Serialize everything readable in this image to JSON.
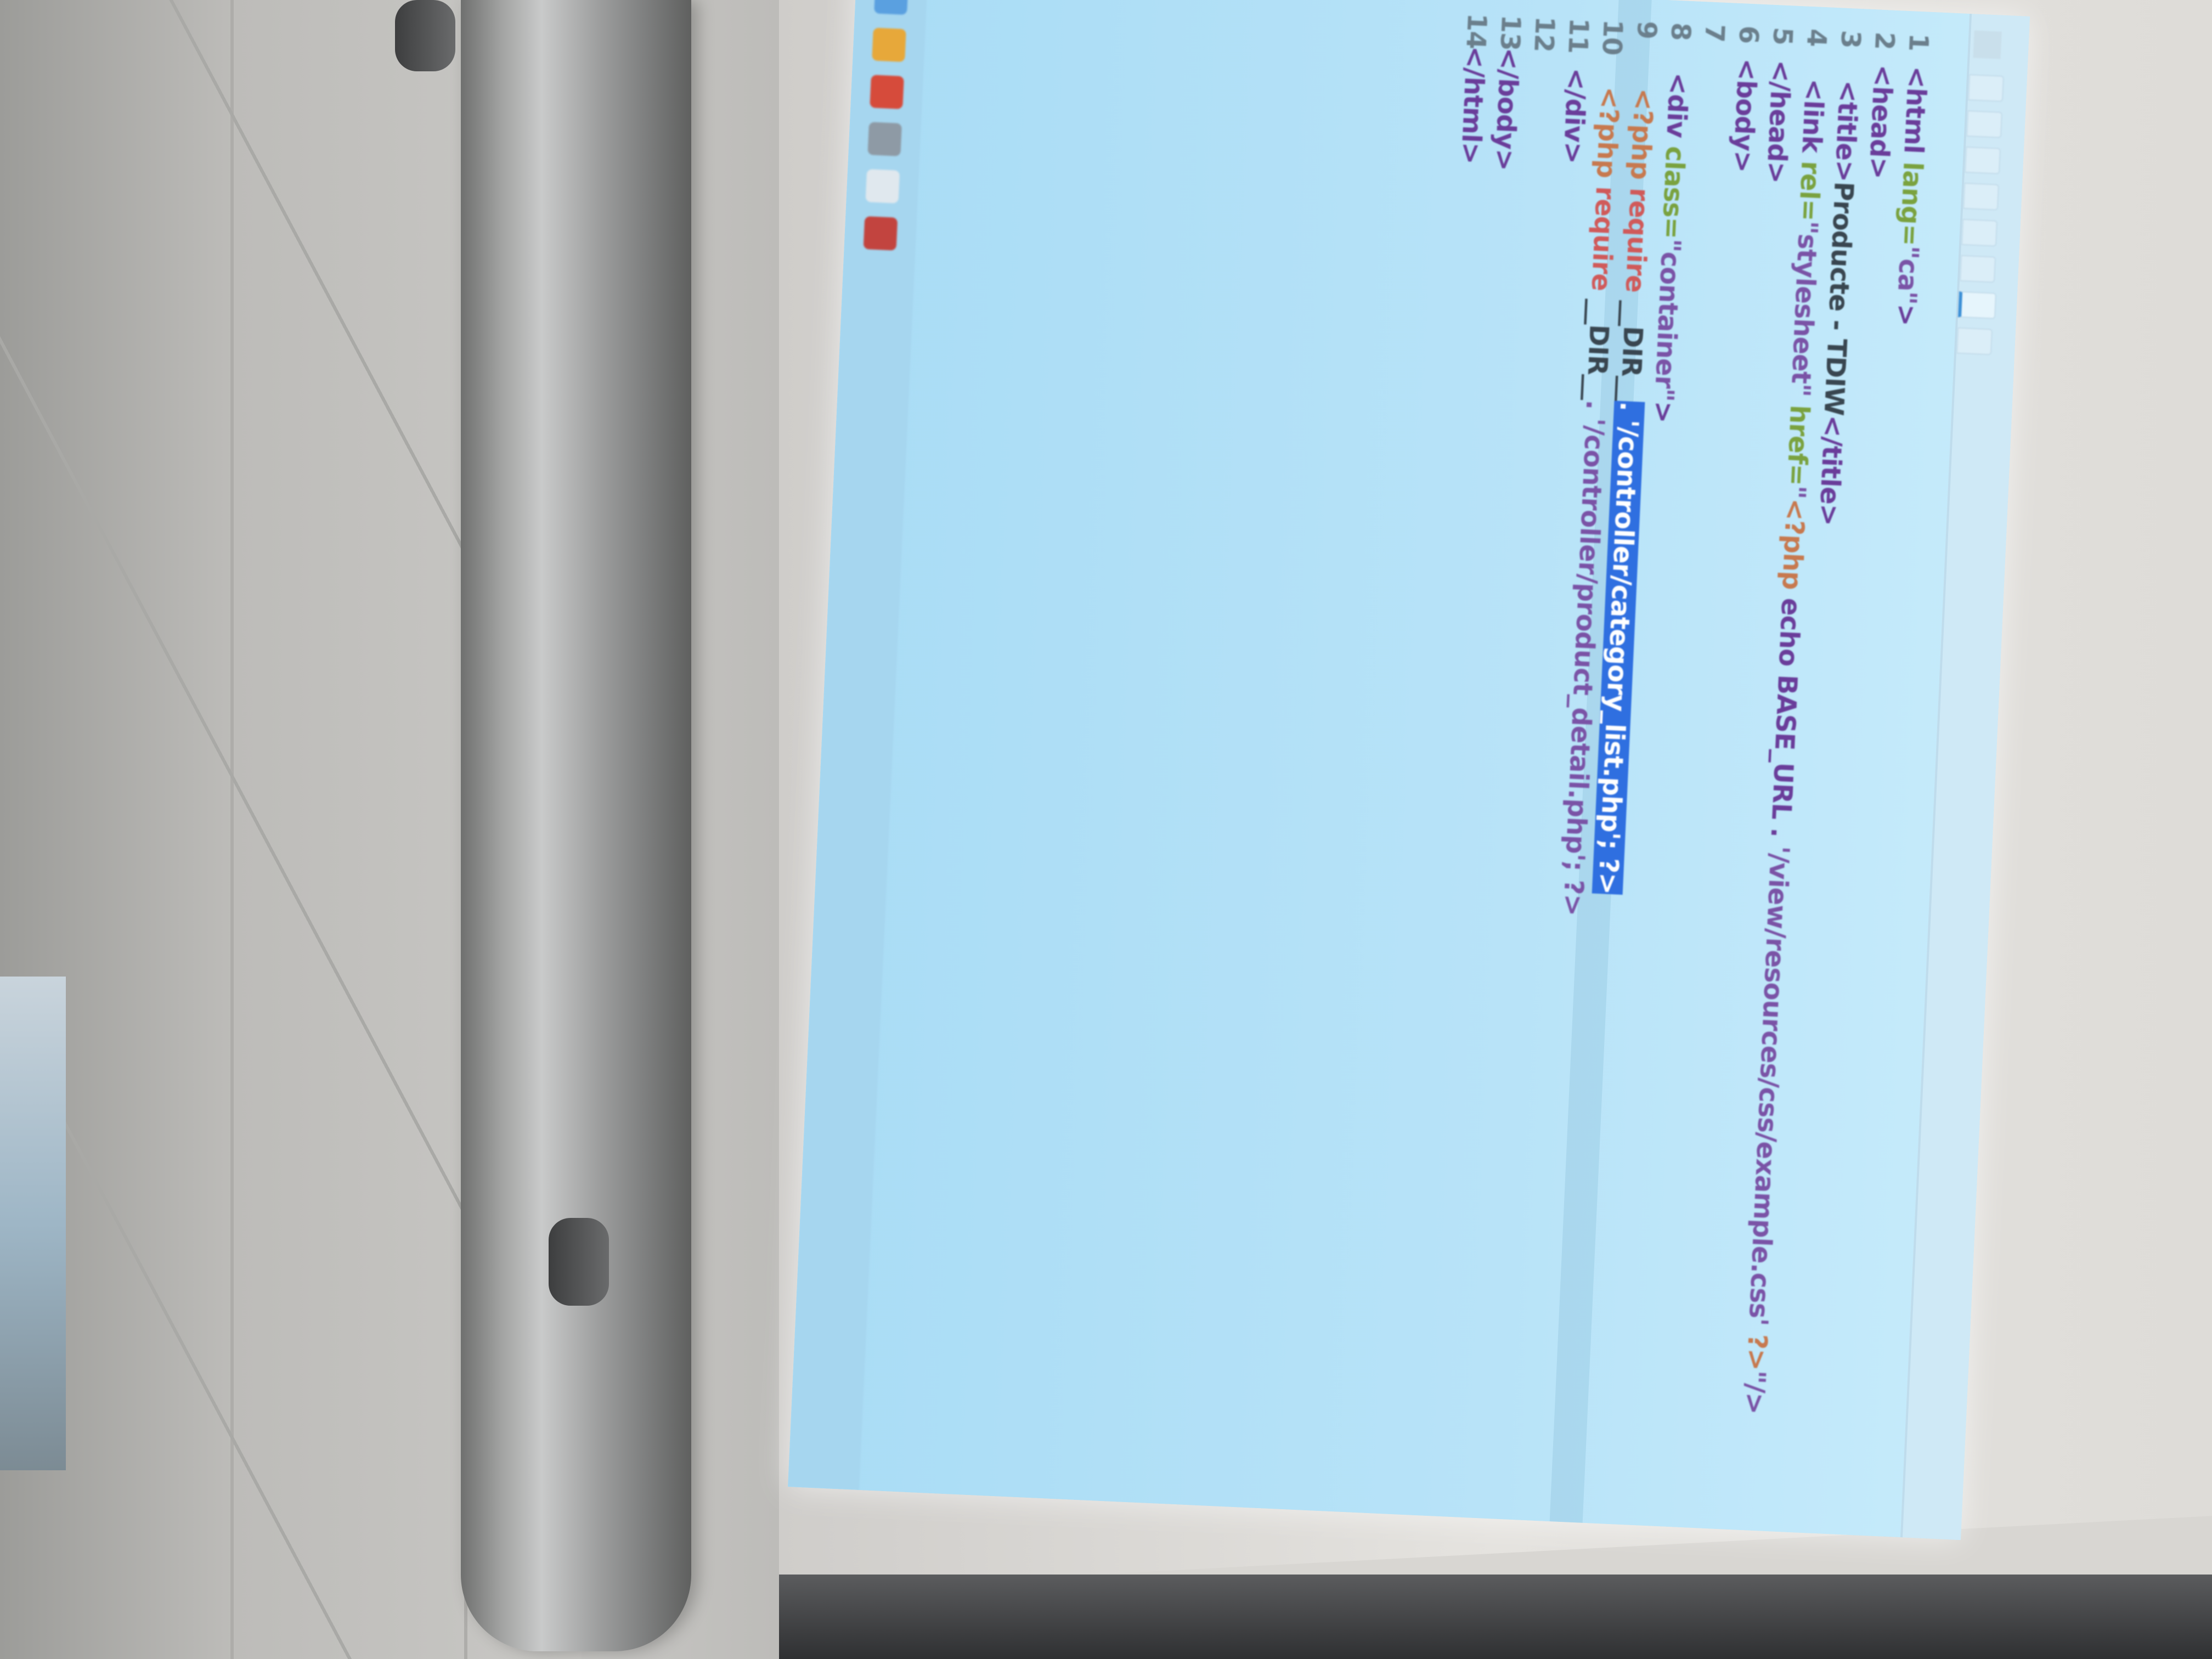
{
  "editor": {
    "tabs": [
      "",
      "",
      "",
      "",
      "",
      "",
      "",
      ""
    ],
    "lines": [
      {
        "n": "1",
        "parts": [
          [
            "t-tag",
            "<html "
          ],
          [
            "t-attr",
            "lang="
          ],
          [
            "t-str",
            "\"ca\""
          ],
          [
            "t-tag",
            ">"
          ]
        ]
      },
      {
        "n": "2",
        "parts": [
          [
            "t-tag",
            "<head>"
          ]
        ]
      },
      {
        "n": "3",
        "parts": [
          [
            "t-text",
            "  "
          ],
          [
            "t-tag",
            "<title>"
          ],
          [
            "t-text",
            "Producte - TDIW"
          ],
          [
            "t-tag",
            "</title>"
          ]
        ]
      },
      {
        "n": "4",
        "parts": [
          [
            "t-text",
            "  "
          ],
          [
            "t-tag",
            "<link "
          ],
          [
            "t-attr",
            "rel="
          ],
          [
            "t-str",
            "\"stylesheet\" "
          ],
          [
            "t-attr",
            "href="
          ],
          [
            "t-str",
            "\""
          ],
          [
            "t-php",
            "<?php "
          ],
          [
            "t-tag",
            "echo BASE_URL . "
          ],
          [
            "t-str",
            "'/view/resources/css/example.css'"
          ],
          [
            "t-php",
            " ?>"
          ],
          [
            "t-str",
            "\"/>"
          ]
        ]
      },
      {
        "n": "5",
        "parts": [
          [
            "t-tag",
            "</head>"
          ]
        ]
      },
      {
        "n": "6",
        "parts": [
          [
            "t-tag",
            "<body>"
          ]
        ]
      },
      {
        "n": "7",
        "parts": []
      },
      {
        "n": "8",
        "parts": [
          [
            "t-text",
            "  "
          ],
          [
            "t-tag",
            "<div "
          ],
          [
            "t-attr",
            "class="
          ],
          [
            "t-str",
            "\"container\""
          ],
          [
            "t-tag",
            ">"
          ]
        ]
      },
      {
        "n": "9",
        "parts": [
          [
            "t-text",
            "    "
          ],
          [
            "t-php",
            "<?php "
          ],
          [
            "t-kw",
            "require "
          ],
          [
            "t-text",
            "__DIR__"
          ],
          [
            "t-sel",
            ". '/controller/category_list.php'; ?>"
          ]
        ]
      },
      {
        "n": "10",
        "parts": [
          [
            "t-text",
            "    "
          ],
          [
            "t-php",
            "<?php "
          ],
          [
            "t-kw",
            "require "
          ],
          [
            "t-text",
            "__DIR__"
          ],
          [
            "t-str",
            ". '/controller/product_detail.php'; ?>"
          ]
        ]
      },
      {
        "n": "11",
        "parts": [
          [
            "t-text",
            "  "
          ],
          [
            "t-tag",
            "</div>"
          ]
        ]
      },
      {
        "n": "12",
        "parts": []
      },
      {
        "n": "13",
        "parts": [
          [
            "t-tag",
            "</body>"
          ]
        ]
      },
      {
        "n": "14",
        "parts": [
          [
            "t-tag",
            "</html>"
          ]
        ]
      }
    ]
  },
  "colors": {
    "projection_bg": "#b8e3f8",
    "selection": "#2f6fe0",
    "tag": "#6a3d9a",
    "attribute": "#7aa23f",
    "php": "#c7794f",
    "keyword": "#d05a5a"
  }
}
